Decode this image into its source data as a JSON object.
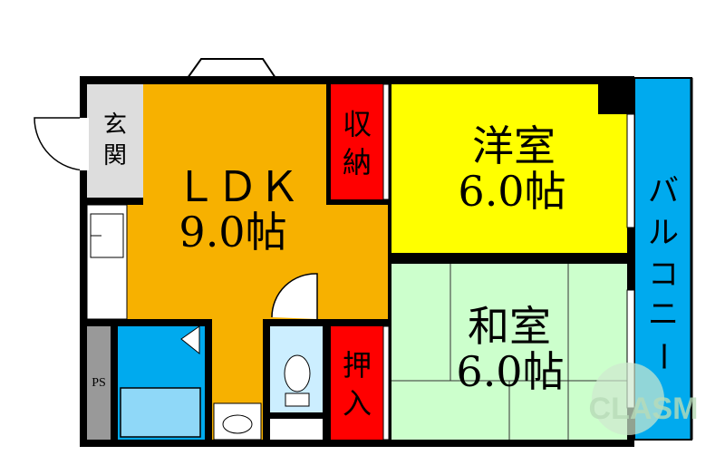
{
  "colors": {
    "wall": "#000000",
    "ldk": "#f7b100",
    "yoshitsu": "#ffff00",
    "washitsu": "#ccffcc",
    "closet": "#ff0000",
    "balcony": "#00aaee",
    "entrance": "#dddddd",
    "bath": "#00aaee",
    "toilet": "#cceeff",
    "ps": "#999999",
    "tatami_line": "#333333",
    "watermark": "#cfe8cf"
  },
  "rooms": {
    "entrance": {
      "label_1": "玄",
      "label_2": "関"
    },
    "ldk": {
      "name": "ＬＤＫ",
      "size": "9.0帖"
    },
    "closet_top": {
      "label_1": "収",
      "label_2": "納"
    },
    "yoshitsu": {
      "name": "洋室",
      "size": "6.0帖"
    },
    "washitsu": {
      "name": "和室",
      "size": "6.0帖"
    },
    "closet_bottom": {
      "label_1": "押",
      "label_2": "入"
    },
    "balcony": {
      "label_1": "バ",
      "label_2": "ル",
      "label_3": "コ",
      "label_4": "ニ",
      "label_5": "ー"
    },
    "ps": {
      "label": "PS"
    }
  },
  "watermark": {
    "text": "CLASM"
  }
}
